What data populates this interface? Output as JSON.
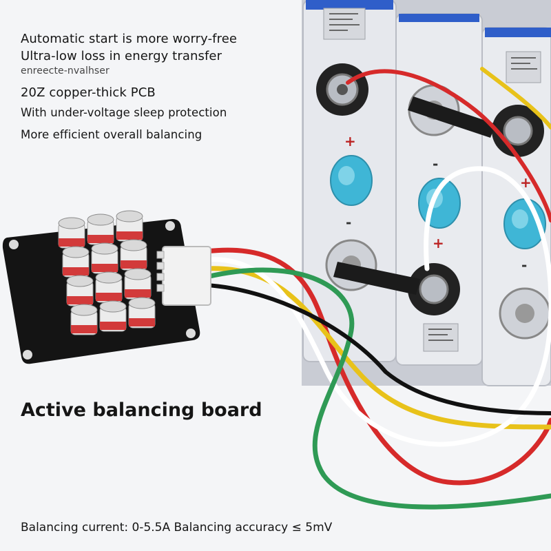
{
  "features": [
    "Automatic start is more worry-free",
    "Ultra-low loss in energy transfer",
    "enreecte-nvalhser",
    "20Z copper-thick PCB",
    "With under-voltage sleep protection",
    "More efficient overall balancing"
  ],
  "title": "Active balancing board",
  "spec": "Balancing current: 0-5.5A Balancing accuracy ≤ 5mV",
  "colors": {
    "cell_body": "#e7e9ee",
    "cell_top": "#2f5ec9",
    "vent": "#3fb6d6",
    "pcb": "#141414",
    "capacitor_band": "#d23a3a",
    "wire_red": "#d62a2a",
    "wire_yellow": "#e8c21a",
    "wire_white": "#ffffff",
    "wire_green": "#2f9a55",
    "wire_black": "#111111"
  },
  "cell_terminals": [
    "+",
    "-",
    "-",
    "+",
    "+",
    "-"
  ]
}
